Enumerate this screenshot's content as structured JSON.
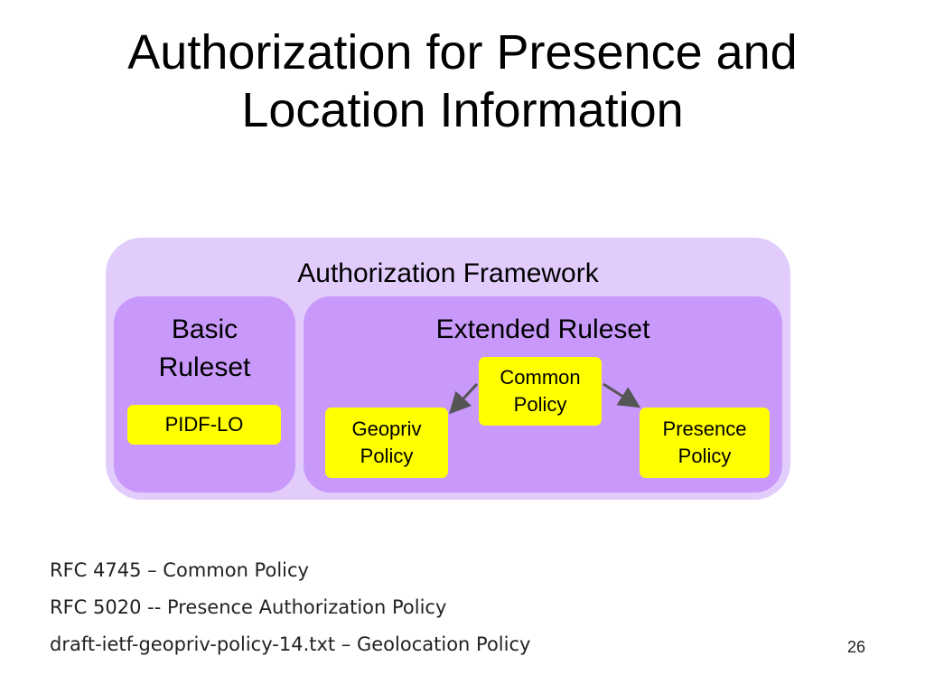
{
  "title": {
    "line1": "Authorization for Presence and",
    "line2": "Location Information"
  },
  "diagram": {
    "framework_label": "Authorization Framework",
    "basic": {
      "label_line1": "Basic",
      "label_line2": "Ruleset",
      "pidf_label": "PIDF-LO"
    },
    "extended": {
      "label": "Extended Ruleset",
      "common": {
        "line1": "Common",
        "line2": "Policy"
      },
      "geopriv": {
        "line1": "Geopriv",
        "line2": "Policy"
      },
      "presence": {
        "line1": "Presence",
        "line2": "Policy"
      }
    },
    "colors": {
      "framework": "#e2ccfc",
      "panel": "#c899fa",
      "box": "#ffff00",
      "arrow": "#555555"
    }
  },
  "references": [
    "RFC 4745 – Common Policy",
    "RFC 5020 -- Presence Authorization Policy",
    "draft-ietf-geopriv-policy-14.txt – Geolocation Policy"
  ],
  "page_number": "26"
}
